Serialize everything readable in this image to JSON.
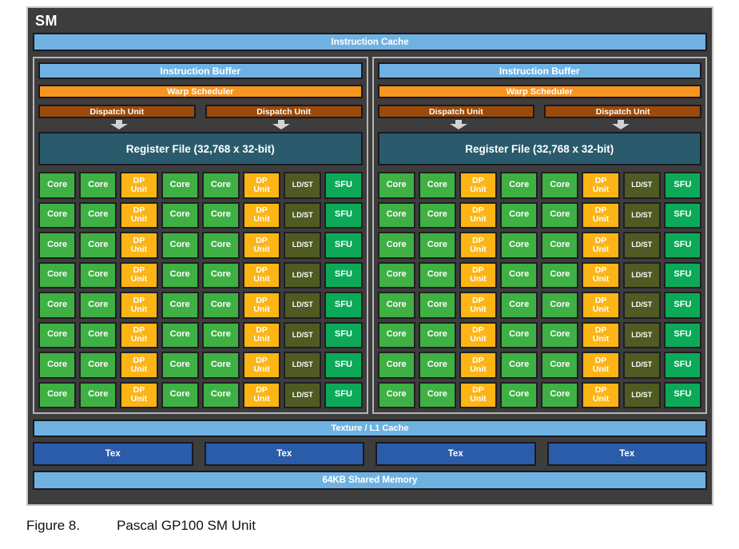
{
  "figure": {
    "caption_label": "Figure 8.",
    "caption_title": "Pascal GP100 SM Unit"
  },
  "sm": {
    "title": "SM",
    "instruction_cache": "Instruction Cache",
    "partition_count": 2,
    "partition": {
      "instruction_buffer": "Instruction Buffer",
      "warp_scheduler": "Warp Scheduler",
      "dispatch_units": [
        "Dispatch Unit",
        "Dispatch Unit"
      ],
      "register_file": "Register File (32,768 x 32-bit)",
      "grid": {
        "rows": 8,
        "columns": [
          {
            "type": "core",
            "label": "Core"
          },
          {
            "type": "core",
            "label": "Core"
          },
          {
            "type": "dp",
            "label": "DP Unit"
          },
          {
            "type": "core",
            "label": "Core"
          },
          {
            "type": "core",
            "label": "Core"
          },
          {
            "type": "dp",
            "label": "DP Unit"
          },
          {
            "type": "ldst",
            "label": "LD/ST"
          },
          {
            "type": "sfu",
            "label": "SFU"
          }
        ]
      }
    },
    "texture_l1_cache": "Texture / L1 Cache",
    "tex_units": [
      "Tex",
      "Tex",
      "Tex",
      "Tex"
    ],
    "shared_memory": "64KB Shared Memory",
    "colors": {
      "light_blue": "#6fb2e2",
      "orange": "#f7941d",
      "dispatch_brown": "#9c4a0a",
      "register_teal": "#2a5b6c",
      "core_green": "#3eb044",
      "dp_amber": "#fcb515",
      "ldst_olive": "#4f5b22",
      "sfu_green": "#0caa58",
      "tex_blue": "#2a5caa",
      "background_dark": "#3d3d3d"
    }
  }
}
